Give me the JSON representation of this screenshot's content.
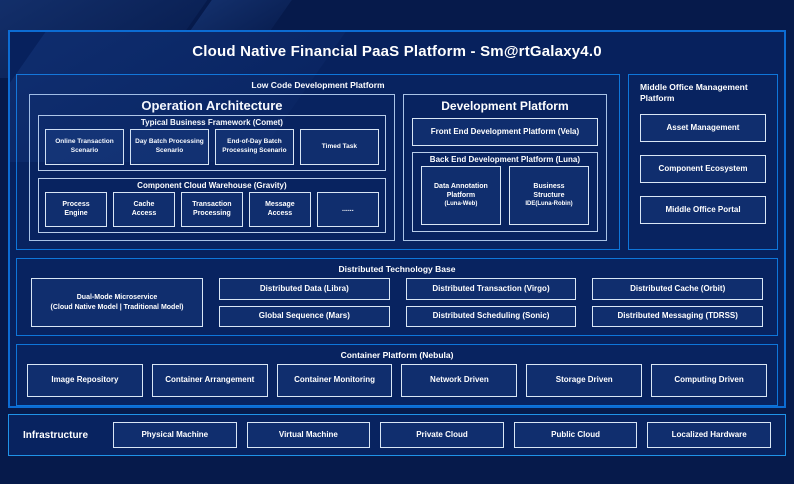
{
  "colors": {
    "page_bg": "#061a4b",
    "panel_bg": "#07215d",
    "box_bg": "#102e6e",
    "outer_border": "#0c6cd3",
    "section_border": "#0e76da",
    "light_border": "#d9e6f5",
    "text": "#ffffff"
  },
  "title": "Cloud Native Financial PaaS Platform - Sm@rtGalaxy4.0",
  "low_code": {
    "header": "Low Code Development Platform",
    "operation_architecture": {
      "title": "Operation Architecture",
      "comet": {
        "label": "Typical Business Framework (Comet)",
        "items": [
          "Online Transaction\nScenario",
          "Day Batch Processing\nScenario",
          "End-of-Day Batch\nProcessing Scenario",
          "Timed Task"
        ]
      },
      "gravity": {
        "label": "Component Cloud Warehouse (Gravity)",
        "items": [
          "Process\nEngine",
          "Cache\nAccess",
          "Transaction\nProcessing",
          "Message\nAccess",
          "......"
        ]
      }
    },
    "development_platform": {
      "title": "Development Platform",
      "front_end_label": "Front End Development Platform (Vela)",
      "back_end": {
        "label": "Back End Development Platform (Luna)",
        "items": [
          {
            "main": "Data Annotation\nPlatform",
            "sub": "(Luna-Web)"
          },
          {
            "main": "Business\nStructure",
            "sub": "IDE(Luna-Robin)"
          }
        ]
      }
    }
  },
  "middle_office": {
    "header": "Middle Office Management\nPlatform",
    "items": [
      "Asset Management",
      "Component Ecosystem",
      "Middle Office Portal"
    ]
  },
  "distributed": {
    "header": "Distributed Technology Base",
    "dual_mode": "Dual-Mode Microservice\n(Cloud Native Model | Traditional Model)",
    "columns": [
      [
        "Distributed Data (Libra)",
        "Global Sequence (Mars)"
      ],
      [
        "Distributed Transaction (Virgo)",
        "Distributed Scheduling (Sonic)"
      ],
      [
        "Distributed Cache (Orbit)",
        "Distributed Messaging (TDRSS)"
      ]
    ]
  },
  "container_platform": {
    "header": "Container Platform (Nebula)",
    "items": [
      "Image Repository",
      "Container Arrangement",
      "Container Monitoring",
      "Network Driven",
      "Storage Driven",
      "Computing Driven"
    ]
  },
  "infrastructure": {
    "label": "Infrastructure",
    "items": [
      "Physical Machine",
      "Virtual Machine",
      "Private Cloud",
      "Public Cloud",
      "Localized Hardware"
    ]
  }
}
